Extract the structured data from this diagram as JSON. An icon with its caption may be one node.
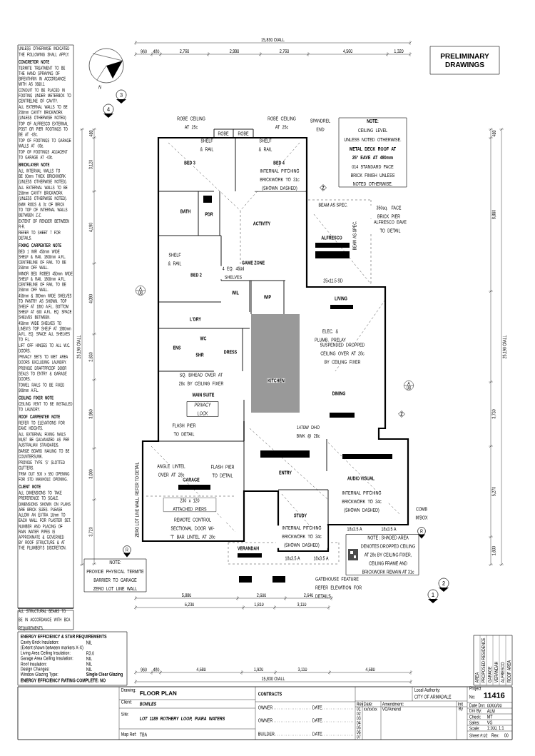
{
  "diagram": {
    "nodes": [
      {
        "text": [
          "NOTE:",
          "CEILING LEVEL",
          "UNLESS NOTED OTHERWISE.",
          "METAL DECK ROOF AT 25° EAVE AT 480mm",
          "014 STANDARD FACE BRICK FINISH UNLESS NOTED OTHERWISE."
        ]
      },
      {
        "text": [
          "NOTE : SHADED AREA DENOTES DROPPED CEILING AT 28c BY CEILING FIXER, CEILING FRAME AND BRICKWORK REMAIN AT 31c"
        ]
      },
      {
        "text": [
          "NOTE:",
          "PROVIDE PHYSICAL TERMITE BARRIER TO GARAGE ZERO LOT LINE WALL"
        ]
      },
      {
        "text": [
          "PRELIMINARY DRAWINGS"
        ]
      },
      {
        "text": [
          "3"
        ]
      },
      {
        "text": [
          "4"
        ]
      },
      {
        "text": [
          "1"
        ]
      },
      {
        "text": [
          "2"
        ]
      },
      {
        "text": [
          "R"
        ]
      },
      {
        "text": [
          "R"
        ]
      },
      {
        "text": [
          "Z"
        ]
      },
      {
        "text": [
          "Z"
        ]
      },
      {
        "text": [
          "A",
          "08"
        ]
      },
      {
        "text": [
          "A",
          "08"
        ]
      },
      {
        "text": [
          "PRIVACY LOCK"
        ]
      }
    ],
    "labels": [
      "UNLESS OTHERWISE INDICATED THE FOLLOWING SHALL APPLY.",
      "CONCRETOR NOTE",
      "TERMITE TREATMENT TO BE THE HAND SPRAYING OF BIFENTHRIN IN ACCORDANCE WITH AS 3660.1.",
      "CONDUIT TO BE PLACED IN FOOTING UNDER METERBOX TO CENTRELINE OF CAVITY.",
      "ALL EXTERNAL WALLS TO BE 250mm CAVITY BRICKWORK (UNLESS OTHERWISE NOTED)",
      "TOP OF ALFRESCO EXTERNAL POST OR PIER FOOTINGS TO BE AT -03c.",
      "TOP OF FOOTINGS TO GARAGE WALLS AT -03c.",
      "TOP OF FOOTINGS ADJACENT TO GARAGE AT -03c.",
      "BRICKLAYER NOTE",
      "ALL INTERNAL WALLS TO BE 90mm THICK BRICKWORK (UNLESS OTHERWISE NOTED).",
      "ALL EXTERNAL WALLS TO BE 250mm CAVITY BRICKWORK (UNLESS OTHERWISE NOTED).",
      "6MM RODS & 3c OF BRICK TO TOP OF INTERNAL WALLS BETWEEN Z-Z.",
      "EXTENT OF RENDER BETWEEN R-R.",
      "REFER TO SHEET 7 FOR DETAILS.",
      "FIXING CARPENTER NOTE",
      "BED 1 WIR 450mm WIDE SHELF & RAIL 1800mm A.F.L. CENTRELINE OF RAIL TO BE 250mm OFF WALL.",
      "MINOR BED ROBES 450mm WIDE SHELF & RAIL 1800mm A.F.L. CENTRELINE OF RAIL TO BE 250mm OFF WALL.",
      "450mm & 300mm WIDE SHELVES TO PANTRY AS SHOWN. TOP SHELF AT 1800 A.F.L. BOTTOM SHELF AT 600 A.F.L. EQ. SPACE SHELVES BETWEEN.",
      "450mm WIDE SHELVES TO LINEN'S TOP SHELF AT 1800mm A.F.L. EQ. SPACE ALL SHELVES TO F.L.",
      "LIFT OFF HINGES TO ALL W.C. DOORS.",
      "PRIVACY SETS TO WET AREA DOORS EXCLUDING LAUNDRY.",
      "PROVIDE DRAFTPROOF DOOR SEALS TO ENTRY & GARAGE DOORS.",
      "TOWEL RAILS TO BE FIXED 900mm A.F.L.",
      "CEILING FIXER NOTE",
      "CEILING VENT TO BE INSTALLED TO LAUNDRY.",
      "ROOF CARPENTER NOTE",
      "REFER TO ELEVATIONS FOR EAVE HEIGHTS.",
      "ALL EXTERNAL FIXING NAILS MUST BE GALVANIZED AS PER AUSTRALIAN STANDARDS.",
      "BARGE BOARD NAILING TO BE COUNTERSUNK.",
      "PROVIDE TYPE 'S' SLOTTED GUTTERS.",
      "TRIM OUT 500 x 550 OPENING FOR STD MANHOLE OPENING.",
      "CLIENT NOTE",
      "ALL DIMENSIONS TO TAKE PREFERENCE TO SCALE.",
      "DIMENSIONS SHOWN ON PLANS ARE BRICK SIZES. PLEASE ALLOW AN EXTRA 10mm TO EACH WALL FOR PLASTER SET.",
      "NUMBER AND PLACING OF RAIN WATER PIPES IS APPROXIMATE & GOVERNED BY ROOF STRUCTURE & AT THE PLUMBER'S DISCRETION.",
      "ALL STRUCTURAL BEAMS TO BE IN ACCORDANCE WITH BCA REQUIREMENTS.",
      "ENERGY EFFICIENCY & STAR REQUIREMENTS",
      "Cavity Brick Insulation:",
      "NIL",
      "(Extent shown between markers X-X)",
      "Living Area Ceiling Insulation:",
      "R3.0",
      "Garage Area Ceiling Insulation:",
      "NIL",
      "Roof Insulation:",
      "NIL",
      "Design Changes:",
      "NIL",
      "Window Glazing Type:",
      "Single Clear Glazing",
      "ENERGY EFFICIENCY RATING COMPLETE: NO",
      "BED 3",
      "BED 4",
      "SHELF & RAIL",
      "SHELF & RAIL",
      "ROBE",
      "ROBE",
      "BATH",
      "PDR",
      "ACTIVITY",
      "GAME ZONE",
      "ALFRESCO",
      "BED 2",
      "WIL",
      "WIP",
      "L'DRY",
      "LIVING",
      "WC",
      "ENS",
      "SHR",
      "DRESS",
      "KITCHEN",
      "MAIN SUITE",
      "DINING",
      "GARAGE",
      "ENTRY",
      "AUDIO VISUAL",
      "STUDY",
      "VERANDAH",
      "SHELF & RAIL",
      "INTERNAL PITCHING BRICKWORK TO 31c (SHOWN DASHED)",
      "BEAM AS SPEC.",
      "BEAM AS SPEC.",
      "350sq. FACE BRICK PIER",
      "ALFRESCO EAVE TO DETAIL",
      "ELEC. & PLUMB. PRELAY",
      "SUSPENDED DROPPED CEILING OVER AT 28c BY CEILING FIXER",
      "SQ. B/HEAD OVER AT 28c BY CEILING FIXER",
      "FLASH PIER TO DETAIL",
      "ANGLE LINTEL OVER AT 28c",
      "FLASH PIER TO DETAIL",
      "230 x 120 ATTACHED PIERS",
      "REMOTE CONTROL SECTIONAL DOOR W/- 'T' BAR LINTEL AT 28c",
      "INTERNAL PITCHING BRICKWORK TO 34c (SHOWN DASHED)",
      "INTERNAL PITCHING BRICKWORK TO 34c (SHOWN DASHED)",
      "GATEHOUSE FEATURE REFER ELEVATION FOR DETAILS",
      "ZERO LOT LINE WALL. REFER TO DETAIL",
      "4 EQ. 450d SHELVES",
      "25x11.5 SD",
      "1470W DHO BWK @ 28c",
      "COMB M'BOX",
      "18x3.5 A",
      "18x3.5 A",
      "18x3.5 A",
      "18x3.5 A",
      "ROBE CEILING AT 25c",
      "ROBE CEILING AT 25c",
      "SPANDREL END",
      "15,830 O/ALL",
      "960",
      "480",
      "2,760",
      "2,990",
      "2,760",
      "4,560",
      "1,320",
      "25,190 O/ALL",
      "480",
      "3,120",
      "4,190",
      "4,090",
      "2,630",
      "3,960",
      "3,000",
      "3,720",
      "25,190 O/ALL",
      "480",
      "8,880",
      "3,730",
      "5,270",
      "1,600",
      "5,880",
      "2,600",
      "2,640",
      "6,230",
      "1,810",
      "3,110",
      "960",
      "480",
      "4,680",
      "1,920",
      "3,110",
      "4,680",
      "15,830 O/ALL",
      "AREA",
      "PROPOSED RESIDENCE",
      "GARAGE",
      "VERANDAH",
      "ALFRESCO",
      "ROOF AREA",
      "Drawing:",
      "FLOOR PLAN",
      "Client:",
      "BOWLES",
      "Site:",
      "LOT 1189 ROTHERY LOOP, PIARA WATERS",
      "Map Ref:",
      "TBA",
      "CONTRACTS",
      "OWNER",
      "DATE",
      "OWNER",
      "DATE",
      "BUILDER",
      "DATE",
      "Local Authority:",
      "CITY OF ARMADALE",
      "Project No:",
      "11416",
      "Rev",
      "Date:",
      "Amendment:",
      "Init",
      "01",
      "xx/xx/xx",
      "VO/Amend",
      "By",
      "02",
      "03",
      "04",
      "05",
      "06",
      "07",
      "Date Drn:",
      "00/00/00",
      "Drn By:",
      "ALM",
      "Check:",
      "MT",
      "Sales:",
      "VG",
      "Scale:",
      "1:100, 1:1",
      "Sheet #:02",
      "Rev:",
      "00",
      "N"
    ]
  }
}
